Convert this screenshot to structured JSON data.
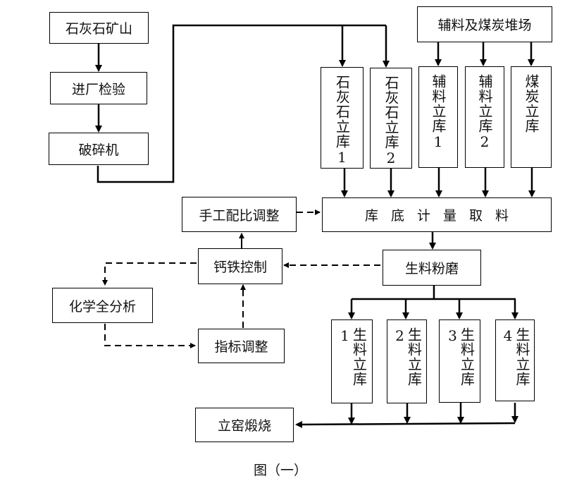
{
  "diagram": {
    "caption": "图（一）",
    "nodes": {
      "limestone_mine": "石灰石矿山",
      "incoming_inspection": "进厂检验",
      "crusher": "破碎机",
      "auxiliary_coal_yard": "辅料及煤炭堆场",
      "limestone_silo_1": "石灰石立库1",
      "limestone_silo_2": "石灰石立库2",
      "auxiliary_silo_1": "辅料立库1",
      "auxiliary_silo_2": "辅料立库2",
      "coal_silo": "煤炭立库",
      "silo_bottom_metering": "库底计量取料",
      "manual_ratio_adjust": "手工配比调整",
      "calcium_iron_control": "钙铁控制",
      "full_chemical_analysis": "化学全分析",
      "index_adjustment": "指标调整",
      "raw_meal_grinding": "生料粉磨",
      "raw_meal_silo_1": "生料立库1",
      "raw_meal_silo_2": "生料立库2",
      "raw_meal_silo_3": "生料立库3",
      "raw_meal_silo_4": "生料立库4",
      "shaft_kiln_calcination": "立窑煅烧"
    },
    "edges": [
      {
        "from": "limestone_mine",
        "to": "incoming_inspection",
        "style": "solid"
      },
      {
        "from": "incoming_inspection",
        "to": "crusher",
        "style": "solid"
      },
      {
        "from": "crusher",
        "to": "limestone_silo_1",
        "style": "solid"
      },
      {
        "from": "crusher",
        "to": "limestone_silo_2",
        "style": "solid"
      },
      {
        "from": "auxiliary_coal_yard",
        "to": "auxiliary_silo_1",
        "style": "solid"
      },
      {
        "from": "auxiliary_coal_yard",
        "to": "auxiliary_silo_2",
        "style": "solid"
      },
      {
        "from": "auxiliary_coal_yard",
        "to": "coal_silo",
        "style": "solid"
      },
      {
        "from": "limestone_silo_1",
        "to": "silo_bottom_metering",
        "style": "solid"
      },
      {
        "from": "limestone_silo_2",
        "to": "silo_bottom_metering",
        "style": "solid"
      },
      {
        "from": "auxiliary_silo_1",
        "to": "silo_bottom_metering",
        "style": "solid"
      },
      {
        "from": "auxiliary_silo_2",
        "to": "silo_bottom_metering",
        "style": "solid"
      },
      {
        "from": "coal_silo",
        "to": "silo_bottom_metering",
        "style": "solid"
      },
      {
        "from": "manual_ratio_adjust",
        "to": "silo_bottom_metering",
        "style": "dashed"
      },
      {
        "from": "silo_bottom_metering",
        "to": "raw_meal_grinding",
        "style": "solid"
      },
      {
        "from": "raw_meal_grinding",
        "to": "calcium_iron_control",
        "style": "dashed"
      },
      {
        "from": "calcium_iron_control",
        "to": "manual_ratio_adjust",
        "style": "solid"
      },
      {
        "from": "calcium_iron_control",
        "to": "full_chemical_analysis",
        "style": "dashed"
      },
      {
        "from": "full_chemical_analysis",
        "to": "index_adjustment",
        "style": "dashed"
      },
      {
        "from": "index_adjustment",
        "to": "calcium_iron_control",
        "style": "dashed"
      },
      {
        "from": "raw_meal_grinding",
        "to": "raw_meal_silo_1",
        "style": "solid"
      },
      {
        "from": "raw_meal_grinding",
        "to": "raw_meal_silo_2",
        "style": "solid"
      },
      {
        "from": "raw_meal_grinding",
        "to": "raw_meal_silo_3",
        "style": "solid"
      },
      {
        "from": "raw_meal_grinding",
        "to": "raw_meal_silo_4",
        "style": "solid"
      },
      {
        "from": "raw_meal_silo_1",
        "to": "shaft_kiln_calcination",
        "style": "solid"
      },
      {
        "from": "raw_meal_silo_2",
        "to": "shaft_kiln_calcination",
        "style": "solid"
      },
      {
        "from": "raw_meal_silo_3",
        "to": "shaft_kiln_calcination",
        "style": "solid"
      },
      {
        "from": "raw_meal_silo_4",
        "to": "shaft_kiln_calcination",
        "style": "solid"
      }
    ]
  }
}
